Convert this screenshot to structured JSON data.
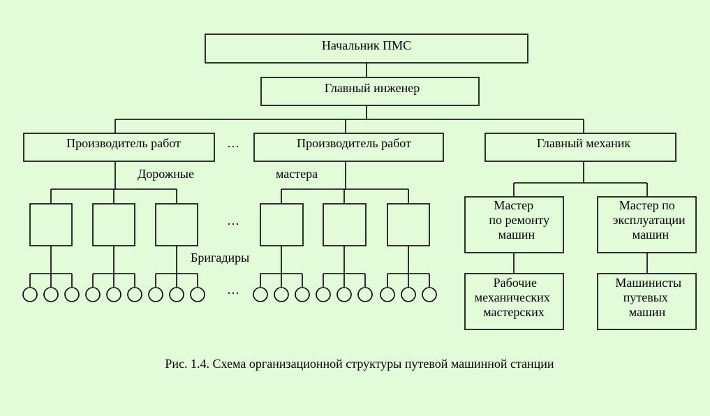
{
  "nodes": {
    "head": "Начальник ПМС",
    "chief_engineer": "Главный инженер",
    "works_manager_1": "Производитель работ",
    "works_manager_2": "Производитель работ",
    "chief_mechanic": "Главный механик",
    "repair_master": [
      "Мастер",
      "по ремонту",
      "машин"
    ],
    "operation_master": [
      "Мастер по",
      "эксплуатации",
      "машин"
    ],
    "mechanic_workers": [
      "Рабочие",
      "механических",
      "мастерских"
    ],
    "machine_operators": [
      "Машинисты",
      "путевых",
      "машин"
    ]
  },
  "labels": {
    "road": "Дорожные",
    "masters": "мастера",
    "foremen": "Бригадиры",
    "ellipsis": "…"
  },
  "caption": "Рис. 1.4. Схема организационной структуры путевой машинной станции"
}
